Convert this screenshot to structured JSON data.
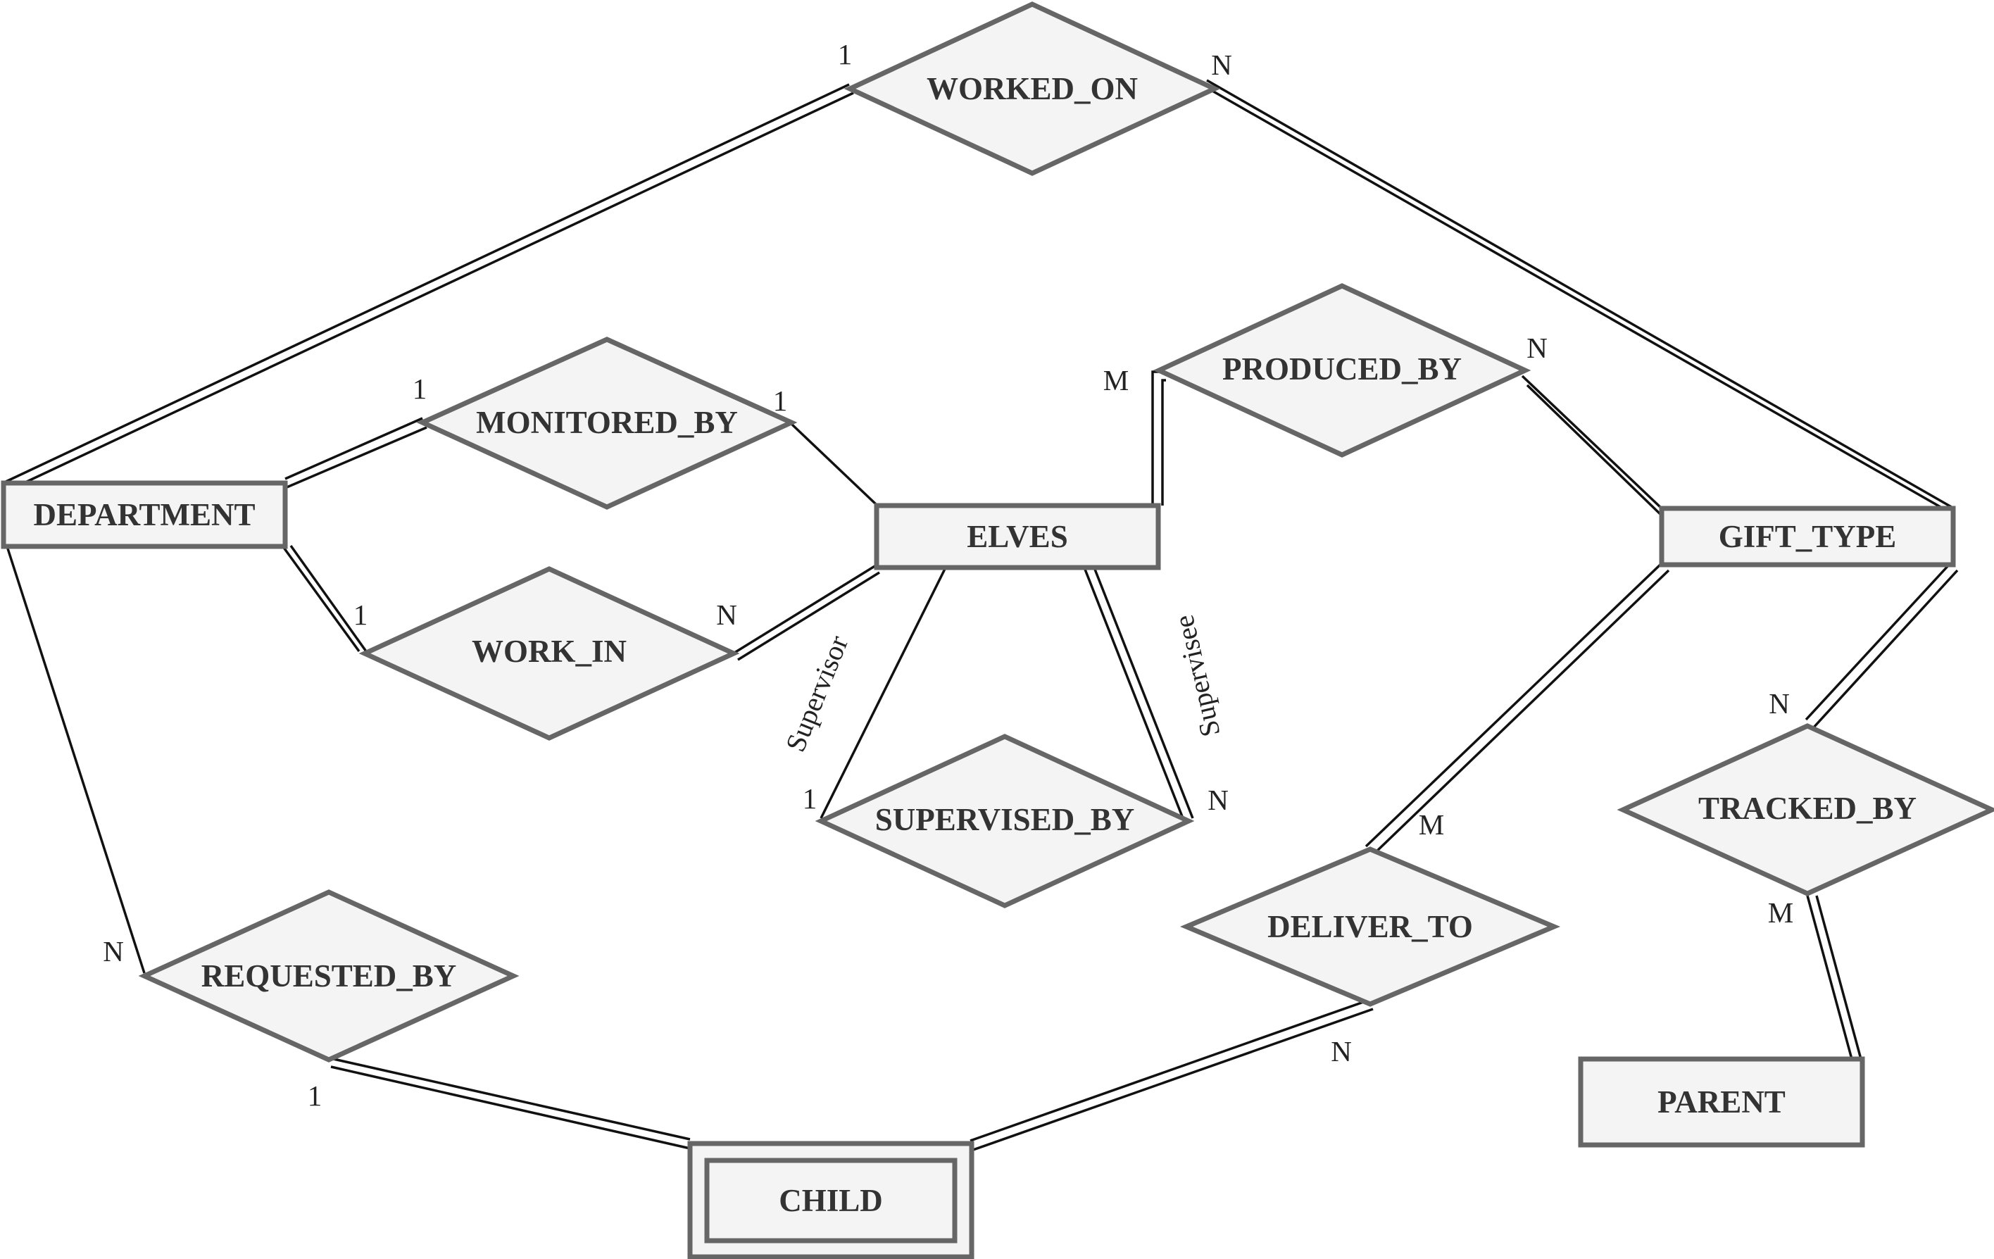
{
  "entities": {
    "department": "DEPARTMENT",
    "elves": "ELVES",
    "gift_type": "GIFT_TYPE",
    "child": "CHILD",
    "parent": "PARENT"
  },
  "relationships": {
    "worked_on": "WORKED_ON",
    "monitored_by": "MONITORED_BY",
    "work_in": "WORK_IN",
    "produced_by": "PRODUCED_BY",
    "supervised_by": "SUPERVISED_BY",
    "deliver_to": "DELIVER_TO",
    "tracked_by": "TRACKED_BY",
    "requested_by": "REQUESTED_BY"
  },
  "roles": {
    "supervisor": "Supervisor",
    "supervisee": "Supervisee"
  },
  "cardinalities": {
    "worked_on_department": "1",
    "worked_on_gift_type": "N",
    "monitored_by_department": "1",
    "monitored_by_elves": "1",
    "work_in_department": "1",
    "work_in_elves": "N",
    "produced_by_elves": "M",
    "produced_by_gift_type": "N",
    "supervised_by_supervisor": "1",
    "supervised_by_supervisee": "N",
    "deliver_to_gift_type": "M",
    "deliver_to_child": "N",
    "tracked_by_gift_type": "N",
    "tracked_by_parent": "M",
    "requested_by_department": "N",
    "requested_by_child": "1"
  }
}
